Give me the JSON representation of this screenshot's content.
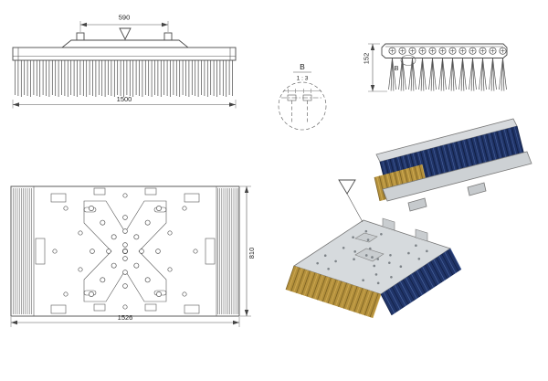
{
  "drawing": {
    "front_view": {
      "dim_top": "590",
      "dim_bottom": "1500"
    },
    "detail_view": {
      "label": "B",
      "scale": "1 : 3"
    },
    "end_view": {
      "dim_height": "152",
      "detail_callout": "B"
    },
    "plan_view": {
      "dim_width": "1526",
      "dim_height": "810"
    }
  },
  "colors": {
    "bristle_navy": "#203468",
    "bristle_gold": "#b3903c",
    "frame_gray": "#d3d7da",
    "line": "#4a4a4a"
  }
}
